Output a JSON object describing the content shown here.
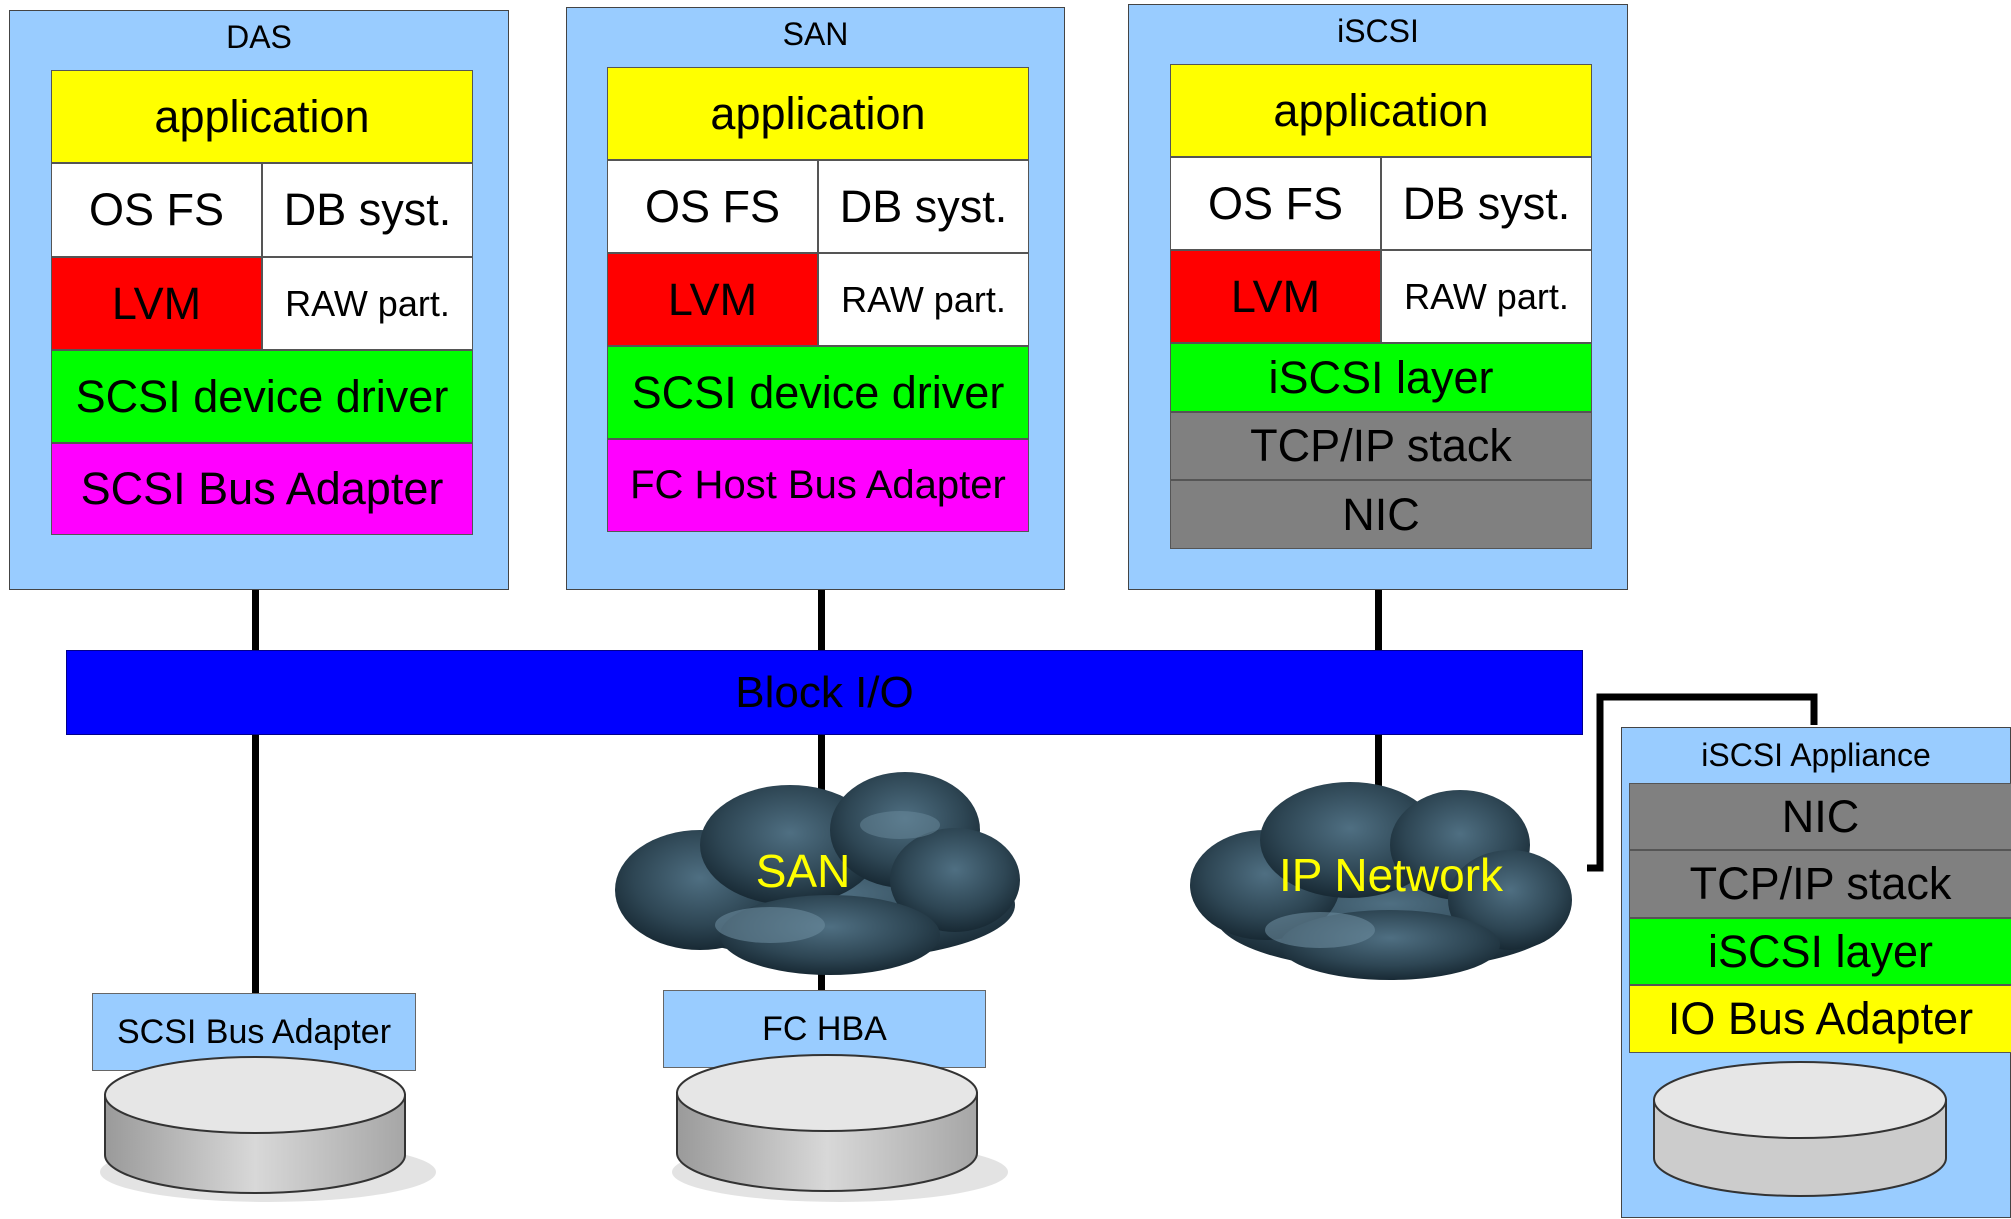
{
  "hosts": [
    {
      "title": "DAS",
      "top": "application",
      "fs": "OS FS",
      "db": "DB syst.",
      "lvm": "LVM",
      "raw": "RAW part.",
      "driver": "SCSI device driver",
      "adapter": "SCSI Bus Adapter"
    },
    {
      "title": "SAN",
      "top": "application",
      "fs": "OS FS",
      "db": "DB syst.",
      "lvm": "LVM",
      "raw": "RAW part.",
      "driver": "SCSI device driver",
      "adapter": "FC Host Bus Adapter"
    },
    {
      "title": "iSCSI",
      "top": "application",
      "fs": "OS FS",
      "db": "DB syst.",
      "lvm": "LVM",
      "raw": "RAW part.",
      "iscsi": "iSCSI layer",
      "tcp": "TCP/IP stack",
      "nic": "NIC"
    }
  ],
  "bus": {
    "label": "Block I/O"
  },
  "clouds": {
    "san": "SAN",
    "ip": "IP Network"
  },
  "hbas": {
    "scsi": "SCSI Bus Adapter",
    "fc": "FC HBA"
  },
  "appliance": {
    "title": "iSCSI Appliance",
    "nic": "NIC",
    "tcp": "TCP/IP stack",
    "iscsi": "iSCSI layer",
    "io": "IO Bus Adapter"
  },
  "colors": {
    "host_bg": "#99ccff",
    "application": "#ffff00",
    "lvm": "#ff0000",
    "driver": "#00ff00",
    "adapter": "#ff00ff",
    "network": "#808080",
    "bus": "#0000ff",
    "cloud_text": "#ffff00"
  }
}
